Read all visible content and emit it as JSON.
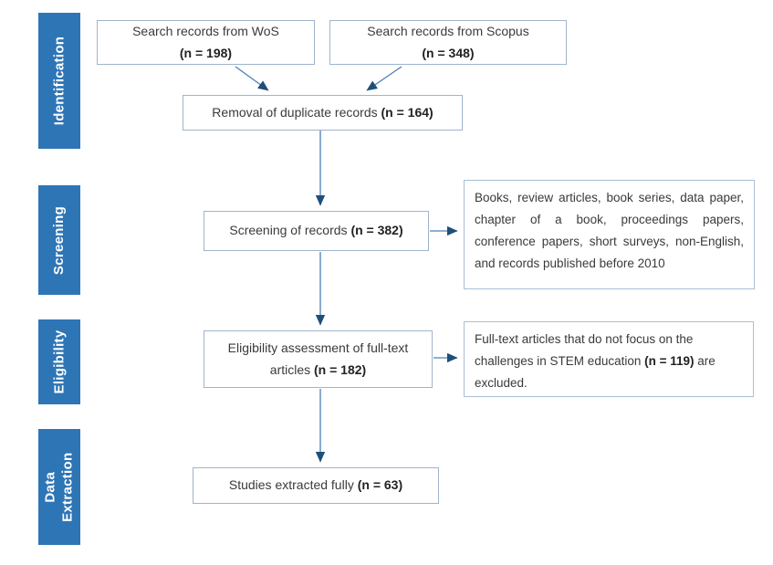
{
  "diagram": {
    "type": "prisma-style-flowchart",
    "palette": {
      "stage_bar_blue": "#2E75B6",
      "stage_text": "#FFFFFF",
      "box_border": "#9FB4CB",
      "arrow_line": "#4C7FB5",
      "arrow_head": "#1F4E79",
      "body_text": "#3A3A3A",
      "background": "#FFFFFF"
    },
    "stages": [
      {
        "label": "Identification"
      },
      {
        "label": "Screening"
      },
      {
        "label": "Eligibility"
      },
      {
        "label": "Data Extraction"
      }
    ],
    "boxes": {
      "wos": {
        "line1": "Search records from WoS",
        "n": "(n = 198)"
      },
      "scopus": {
        "line1": "Search records from Scopus",
        "n": "(n = 348)"
      },
      "removal": {
        "text": "Removal of duplicate records ",
        "n": "(n = 164)"
      },
      "screening": {
        "text": "Screening of records ",
        "n": "(n = 382)"
      },
      "screening_exclusion": {
        "text": "Books, review articles, book series, data paper, chapter of a book, proceedings papers, conference papers, short surveys, non-English, and records published before 2010"
      },
      "eligibility": {
        "text": "Eligibility assessment of full-text articles ",
        "n": "(n = 182)"
      },
      "eligibility_exclusion": {
        "text_before": "Full-text articles that do not focus on the challenges in STEM education ",
        "n": "(n = 119)",
        "text_after": " are excluded."
      },
      "extraction": {
        "text": "Studies extracted fully ",
        "n": "(n = 63)"
      }
    }
  }
}
